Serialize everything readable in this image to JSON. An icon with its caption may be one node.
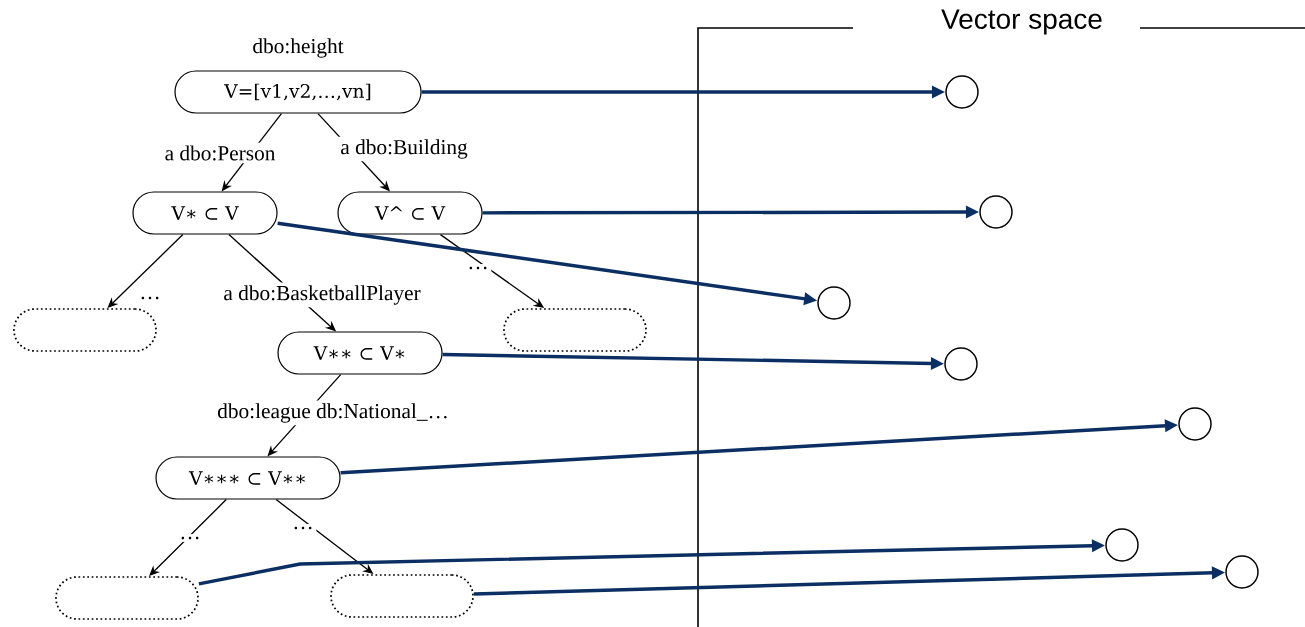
{
  "diagram": {
    "title": "Vector space",
    "nodes": [
      {
        "text": [
          "V=[v1,v2,…,vn]"
        ],
        "beside": [
          "dbo:height"
        ]
      },
      {
        "text": [
          "V∗ ⊂ V"
        ]
      },
      {
        "text": [
          "V^ ⊂ V"
        ]
      },
      {
        "text": [],
        "shape": "box"
      },
      {
        "text": [],
        "shape": "box"
      },
      {
        "text": [
          "V∗∗ ⊂ V∗"
        ]
      },
      {
        "text": [
          "V∗∗∗ ⊂ V∗∗"
        ]
      },
      {
        "text": [],
        "shape": "box"
      },
      {
        "text": [],
        "shape": "box"
      },
      {
        "text": [],
        "shape": "circle"
      },
      {
        "text": [],
        "shape": "circle"
      },
      {
        "text": [],
        "shape": "circle"
      },
      {
        "text": [],
        "shape": "circle"
      },
      {
        "text": [],
        "shape": "circle"
      },
      {
        "text": [],
        "shape": "circle"
      },
      {
        "text": [],
        "shape": "circle"
      }
    ],
    "edges": [
      {
        "from": 0,
        "to": 1,
        "arrow": "to",
        "label": "a dbo:Person"
      },
      {
        "from": 0,
        "to": 2,
        "arrow": "to",
        "label": "a dbo:Building"
      },
      {
        "from": 1,
        "to": 3,
        "arrow": "to",
        "label": "…"
      },
      {
        "from": 1,
        "to": 5,
        "arrow": "to",
        "label": "a dbo:BasketballPlayer"
      },
      {
        "from": 2,
        "to": 4,
        "arrow": "to",
        "label": "…"
      },
      {
        "from": 5,
        "to": 6,
        "arrow": "to",
        "label": "dbo:league db:National_…"
      },
      {
        "from": 6,
        "to": 7,
        "arrow": "to",
        "label": "…"
      },
      {
        "from": 6,
        "to": 8,
        "arrow": "to",
        "label": "…"
      },
      {
        "from": 0,
        "to": 9,
        "arrow": "to",
        "style": "thick",
        "color": "#0b2f62"
      },
      {
        "from": 2,
        "to": 10,
        "arrow": "to",
        "style": "thick",
        "color": "#0b2f62"
      },
      {
        "from": 1,
        "to": 11,
        "arrow": "to",
        "style": "thick",
        "color": "#0b2f62"
      },
      {
        "from": 5,
        "to": 12,
        "arrow": "to",
        "style": "thick",
        "color": "#0b2f62"
      },
      {
        "from": 6,
        "to": 13,
        "arrow": "to",
        "style": "thick",
        "color": "#0b2f62"
      },
      {
        "from": 7,
        "to": 14,
        "arrow": "to",
        "style": "thick",
        "color": "#0b2f62"
      },
      {
        "from": 8,
        "to": 15,
        "arrow": "to",
        "style": "thick",
        "color": "#0b2f62"
      }
    ]
  }
}
